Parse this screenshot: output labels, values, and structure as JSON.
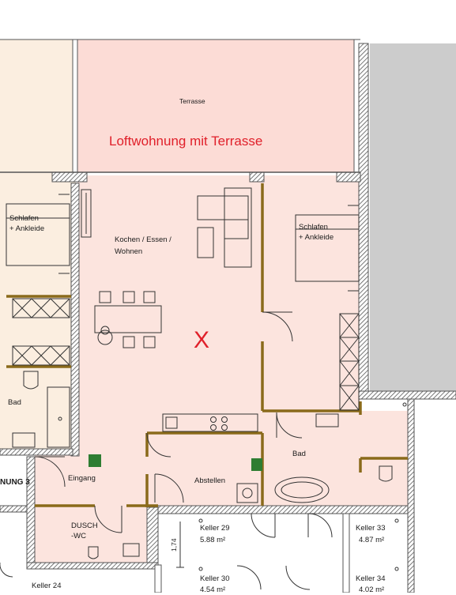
{
  "rooms": {
    "terrasse": "Terrasse",
    "kochen_line1": "Kochen / Essen /",
    "kochen_line2": "Wohnen",
    "schlafen_left_line1": "Schlafen",
    "schlafen_left_line2": "+ Ankleide",
    "schlafen_right_line1": "Schlafen",
    "schlafen_right_line2": "+ Ankleide",
    "bad_left": "Bad",
    "bad_right": "Bad",
    "eingang": "Eingang",
    "abstellen": "Abstellen",
    "dusch_line1": "DUSCH",
    "dusch_line2": "-WC"
  },
  "headline": "Loftwohnung mit Terrasse",
  "marker": "X",
  "wohnung_label": "NUNG 3",
  "dimension": "1,74",
  "keller": [
    {
      "name": "Keller 29",
      "area": "5.88 m²"
    },
    {
      "name": "Keller 33",
      "area": "4.87 m²"
    },
    {
      "name": "Keller 30",
      "area": "4.54 m²"
    },
    {
      "name": "Keller 34",
      "area": "4.02 m²"
    },
    {
      "name": "Keller 24",
      "area": ""
    }
  ],
  "colors": {
    "unit_fill": "#fce4de",
    "neighbor_fill": "#fbeee0",
    "terrace_fill": "#fcdcd6",
    "wall": "#555555",
    "partition": "#8a6a1a",
    "gray_area": "#cccccc",
    "shaft": "#2e7d32",
    "accent": "#e0202a"
  }
}
